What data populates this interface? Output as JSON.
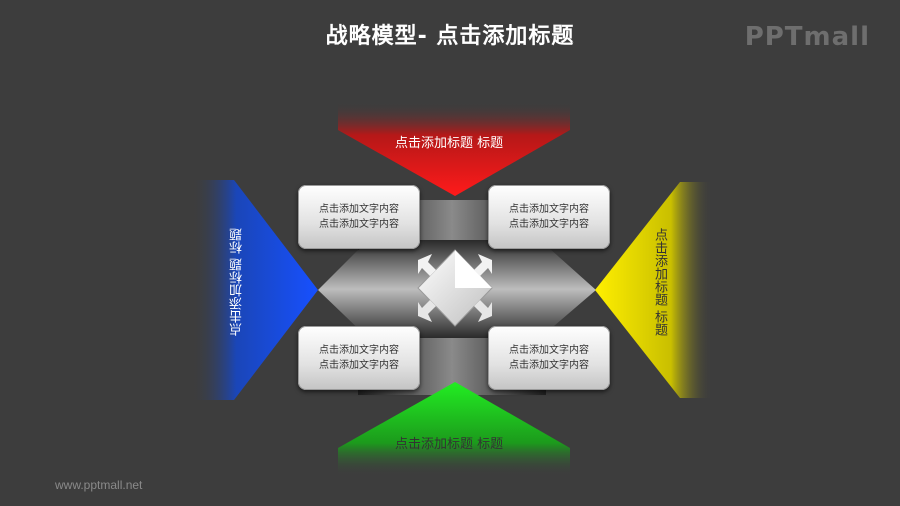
{
  "title": "战略模型- 点击添加标题",
  "logo": "PPTmall",
  "footer": "www.pptmall.net",
  "colors": {
    "top": "#e21b1b",
    "left": "#1a4de0",
    "right": "#f0e400",
    "bottom": "#1cc81c",
    "background": "#3d3d3d"
  },
  "labels": {
    "top": "点击添加标题 标题",
    "left": "点击添加标题 标题",
    "right": "点击添加标题 标题",
    "bottom": "点击添加标题 标题"
  },
  "boxes": [
    {
      "line1": "点击添加文字内容",
      "line2": "点击添加文字内容"
    },
    {
      "line1": "点击添加文字内容",
      "line2": "点击添加文字内容"
    },
    {
      "line1": "点击添加文字内容",
      "line2": "点击添加文字内容"
    },
    {
      "line1": "点击添加文字内容",
      "line2": "点击添加文字内容"
    }
  ],
  "center_icon": "four-arrows-diamond-icon"
}
